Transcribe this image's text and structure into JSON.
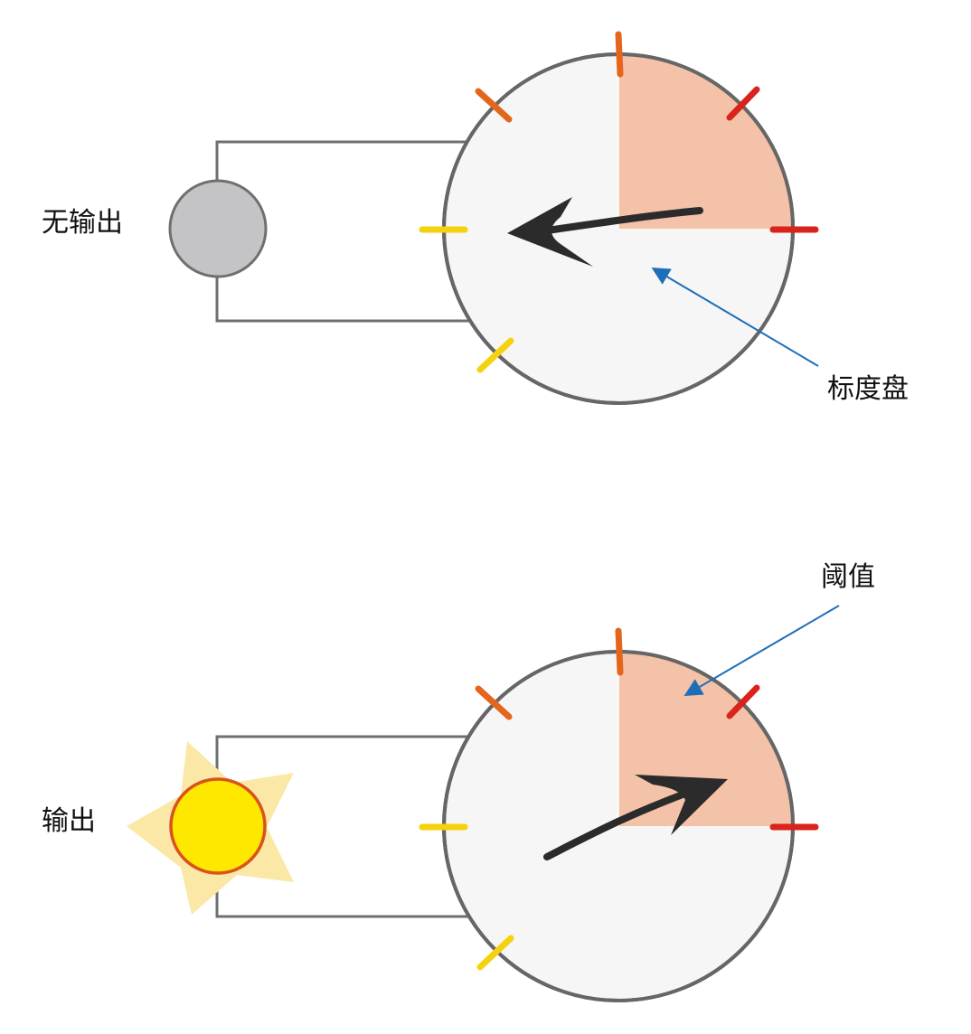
{
  "panels": [
    {
      "state_label": "无输出",
      "lamp": "off",
      "pointer": "left",
      "callout_label": "标度盘"
    },
    {
      "state_label": "输出",
      "lamp": "on",
      "pointer": "up-right",
      "callout_label": "阈值"
    }
  ],
  "colors": {
    "threshold_zone": "#f3c2a8",
    "dial_face": "#f6f6f6",
    "dial_rim": "#666666",
    "wire": "#6f6f6f",
    "lamp_off": "#c4c4c6",
    "lamp_on_fill": "#ffe800",
    "lamp_on_rim": "#d9531e",
    "lamp_glow": "#fbe8a6",
    "pointer": "#2b2b2b",
    "callout_arrow": "#1f6fb8",
    "tick_yellow": "#f5d20c",
    "tick_orange": "#e4661c",
    "tick_red": "#d9231b"
  },
  "icons": {
    "lamp_off": "grey-bulb-icon",
    "lamp_on": "sun-bulb-icon",
    "pointer": "arrow-pointer-icon"
  }
}
